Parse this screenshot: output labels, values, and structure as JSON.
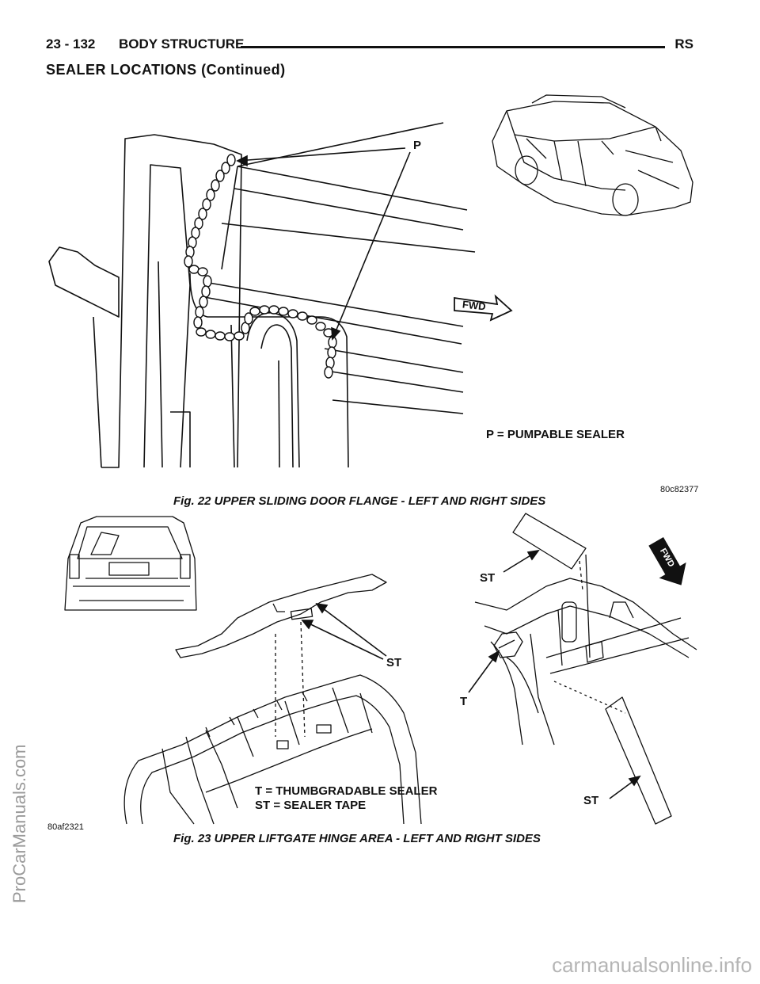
{
  "header": {
    "page_number": "23 - 132",
    "title": "BODY STRUCTURE",
    "code": "RS"
  },
  "section_title": "SEALER LOCATIONS (Continued)",
  "figure22": {
    "caption": "Fig. 22 UPPER SLIDING DOOR FLANGE - LEFT AND RIGHT SIDES",
    "image_code": "80c82377",
    "callout_p": "P",
    "legend": "P = PUMPABLE SEALER",
    "fwd_label": "FWD"
  },
  "figure23": {
    "caption": "Fig. 23 UPPER LIFTGATE HINGE AREA - LEFT AND RIGHT SIDES",
    "image_code": "80af2321",
    "callout_st_left": "ST",
    "callout_st_top": "ST",
    "callout_t": "T",
    "callout_st_bottom": "ST",
    "legend_t": "T = THUMBGRADABLE SEALER",
    "legend_st": "ST = SEALER TAPE",
    "fwd_label": "FWD"
  },
  "watermarks": {
    "side": "ProCarManuals.com",
    "bottom": "carmanualsonline.info"
  }
}
